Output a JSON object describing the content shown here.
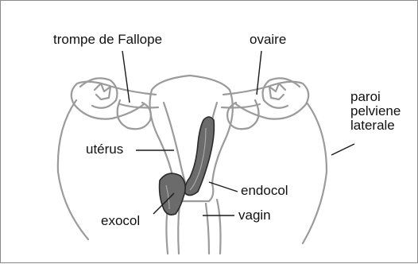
{
  "labels": {
    "fallopian_tube": "trompe de Fallope",
    "ovary": "ovaire",
    "pelvic_wall": [
      "paroi",
      "pelviene",
      "laterale"
    ],
    "uterus": "utérus",
    "endocervix": "endocol",
    "exocervix": "exocol",
    "vagina": "vagin"
  },
  "colors": {
    "outline": "#9b9b9b",
    "lesion_fill": "#6b6b6b",
    "lesion_edge": "#2a2a2a",
    "leader": "#1a1a1a",
    "frame": "#8a8a8a"
  }
}
